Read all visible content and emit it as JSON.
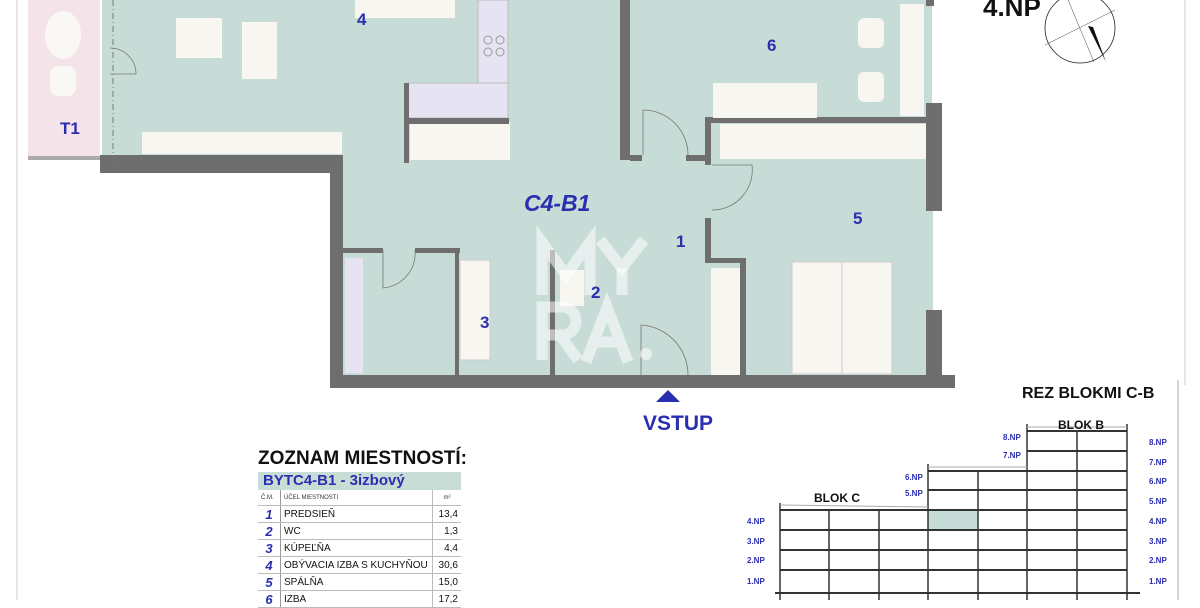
{
  "plan": {
    "floor_label": "4.NP",
    "unit_label": "C4-B1",
    "entrance_label": "VSTUP",
    "terrace_label": "T1",
    "watermark": "MY RA.",
    "room_numbers": [
      "1",
      "2",
      "3",
      "4",
      "5",
      "6"
    ],
    "colors": {
      "room_fill": "#c8dcd7",
      "terrace_fill": "#f4e4ea",
      "wall": "#6e6e6e",
      "label": "#2a2fb0",
      "kitchen": "#e6e4f2"
    }
  },
  "room_list": {
    "title": "ZOZNAM MIESTNOSTÍ:",
    "unit_heading": "BYTC4-B1 - 3izbový",
    "columns": [
      "Č.M.",
      "ÚČEL MIESTNOSTI",
      "m²"
    ],
    "rows": [
      {
        "no": "1",
        "name": "PREDSIEŇ",
        "area": "13,4"
      },
      {
        "no": "2",
        "name": "WC",
        "area": "1,3"
      },
      {
        "no": "3",
        "name": "KÚPEĽŇA",
        "area": "4,4"
      },
      {
        "no": "4",
        "name": "OBÝVACIA IZBA S KUCHYŇOU",
        "area": "30,6"
      },
      {
        "no": "5",
        "name": "SPÁLŇA",
        "area": "15,0"
      },
      {
        "no": "6",
        "name": "IZBA",
        "area": "17,2"
      }
    ]
  },
  "section": {
    "title": "REZ BLOKMI C-B",
    "block_c": "BLOK C",
    "block_b": "BLOK B",
    "left_levels": [
      "4.NP",
      "3.NP",
      "2.NP",
      "1.NP"
    ],
    "mid_levels": [
      "6.NP",
      "5.NP"
    ],
    "b_levels": [
      "8.NP",
      "7.NP"
    ],
    "right_levels": [
      "8.NP",
      "7.NP",
      "6.NP",
      "5.NP",
      "4.NP",
      "3.NP",
      "2.NP",
      "1.NP"
    ],
    "highlighted_level": "4.NP"
  }
}
